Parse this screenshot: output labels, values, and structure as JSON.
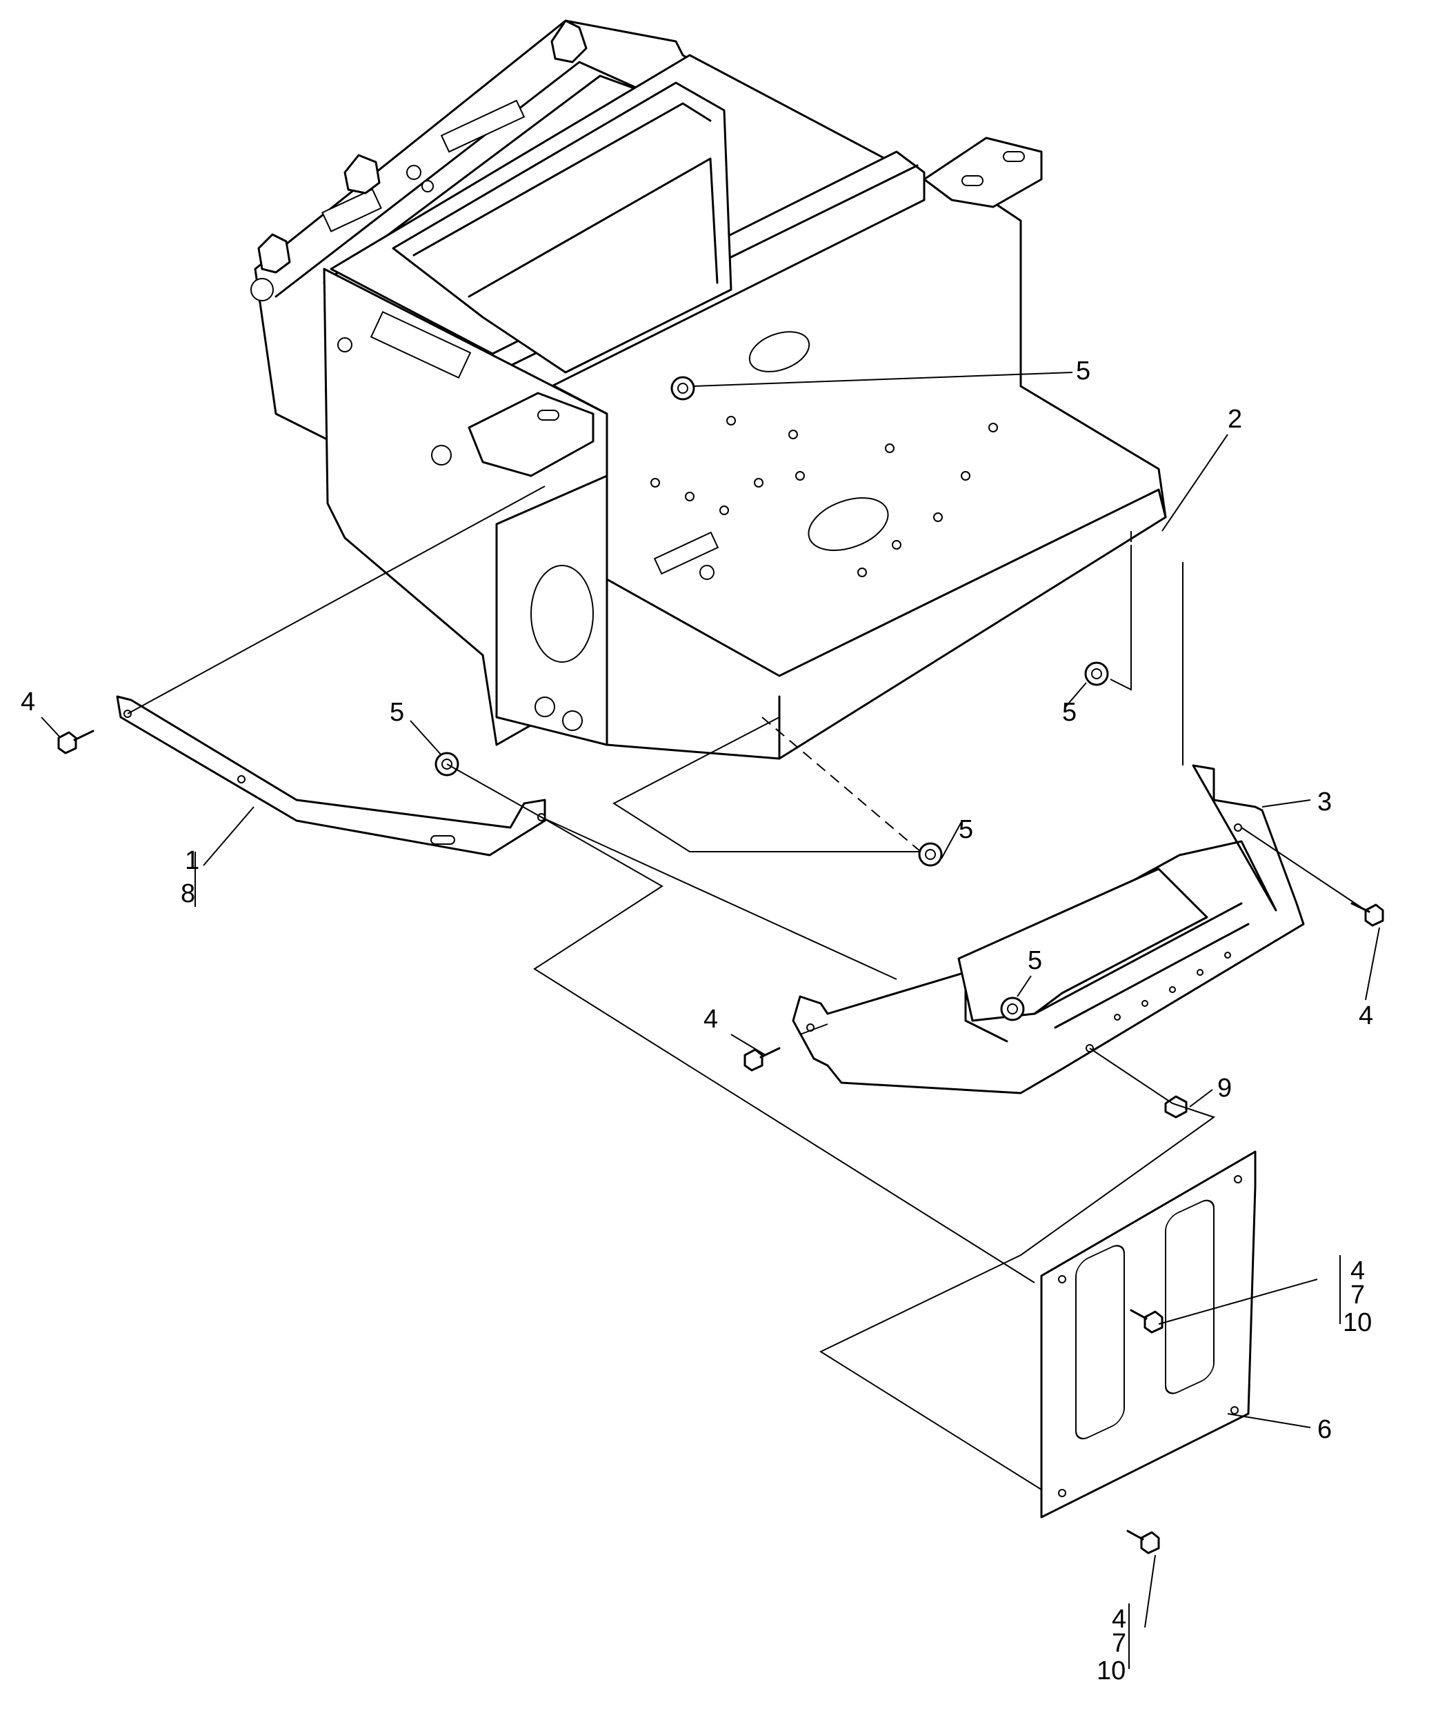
{
  "callouts": {
    "c1": "1",
    "c8": "8",
    "c2": "2",
    "c3": "3",
    "c4a": "4",
    "c4b": "4",
    "c4c": "4",
    "c5a": "5",
    "c5b": "5",
    "c5c": "5",
    "c5d": "5",
    "c5e": "5",
    "c6": "6",
    "c9": "9",
    "stack_right": {
      "a": "4",
      "b": "7",
      "c": "10"
    },
    "stack_bottom": {
      "a": "4",
      "b": "7",
      "c": "10"
    }
  }
}
